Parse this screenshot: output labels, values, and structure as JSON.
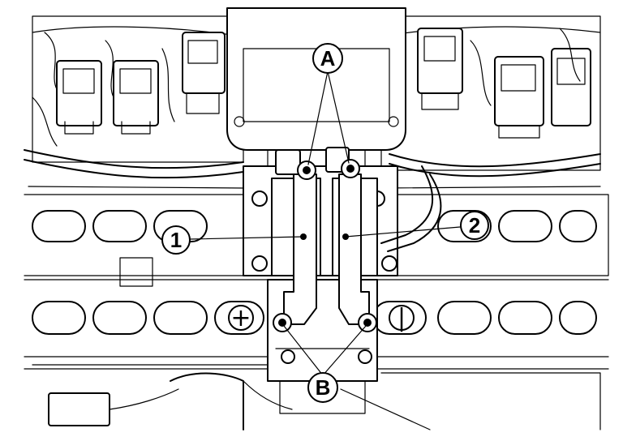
{
  "callouts": {
    "a": "A",
    "b": "B",
    "one": "1",
    "two": "2"
  },
  "polarity": {
    "positive": "+",
    "negative": "|"
  }
}
